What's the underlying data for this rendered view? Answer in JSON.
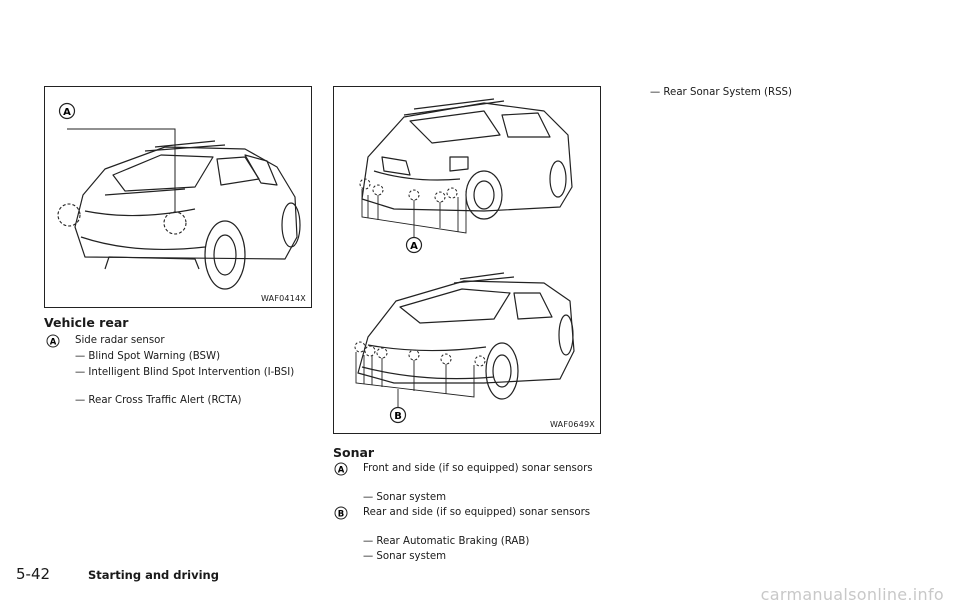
{
  "figures": {
    "vehicle_rear": {
      "code": "WAF0414X",
      "callouts": [
        "A"
      ]
    },
    "sonar": {
      "code": "WAF0649X",
      "callouts": [
        "A",
        "B"
      ]
    }
  },
  "vehicle_rear": {
    "heading": "Vehicle rear",
    "item_a": {
      "symbol": "A",
      "text": "Side radar sensor",
      "dashes": [
        "— Blind Spot Warning (BSW)",
        "— Intelligent Blind Spot Intervention (I-BSI)",
        "— Rear Cross Traffic Alert (RCTA)"
      ]
    }
  },
  "sonar": {
    "heading": "Sonar",
    "item_a": {
      "symbol": "A",
      "text": "Front and side (if so equipped) sonar sensors",
      "dashes": [
        "— Sonar system"
      ]
    },
    "item_b": {
      "symbol": "B",
      "text": "Rear and side (if so equipped) sonar sensors",
      "dashes": [
        "— Rear Automatic Braking (RAB)",
        "— Sonar system"
      ]
    }
  },
  "right_column": {
    "dashes": [
      "— Rear Sonar System (RSS)"
    ]
  },
  "footer": {
    "page_number": "5-42",
    "section_title": "Starting and driving"
  },
  "watermark": "carmanualsonline.info"
}
